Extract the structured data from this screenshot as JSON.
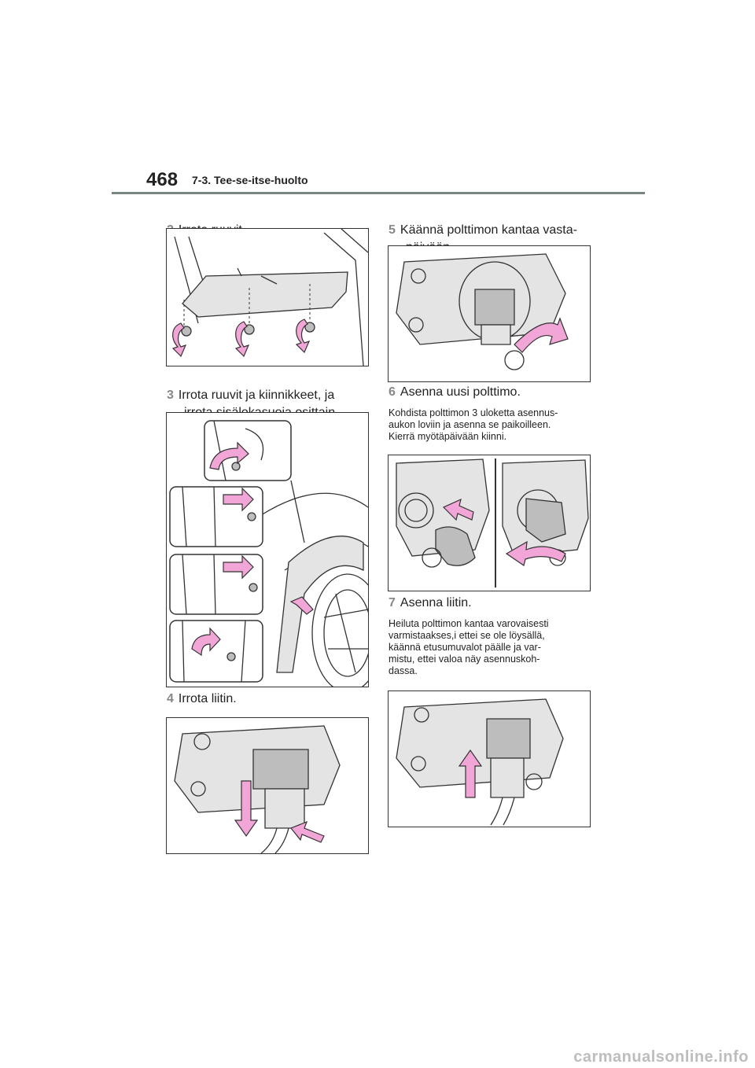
{
  "header": {
    "page_number": "468",
    "section_title": "7-3. Tee-se-itse-huolto"
  },
  "steps": [
    {
      "num": "2",
      "line1": "Irrota ruuvit.",
      "line2": ""
    },
    {
      "num": "3",
      "line1": "Irrota ruuvit ja kiinnikkeet, ja",
      "line2": "irrota sisälokasuoja osittain."
    },
    {
      "num": "4",
      "line1": "Irrota liitin.",
      "line2": ""
    },
    {
      "num": "5",
      "line1": "Käännä polttimon kantaa vasta-",
      "line2": "päivään."
    },
    {
      "num": "6",
      "line1": "Asenna uusi polttimo.",
      "line2": ""
    },
    {
      "num": "7",
      "line1": "Asenna liitin.",
      "line2": ""
    }
  ],
  "notes": {
    "step6": [
      "Kohdista polttimon 3 uloketta asennus-",
      "aukon loviin ja asenna se paikoilleen.",
      "Kierrä myötäpäivään kiinni."
    ],
    "step7": [
      "Heiluta polttimon kantaa varovaisesti",
      "varmistaakses,i ettei se ole löysällä,",
      "käännä etusumuvalot päälle ja var-",
      "mistu, ettei valoa näy asennuskoh-",
      "dassa."
    ]
  },
  "colors": {
    "arrow_pink": "#f2a6d8",
    "rule": "#7a8580",
    "step_number": "#888888"
  },
  "watermark": "carmanualsonline.info"
}
